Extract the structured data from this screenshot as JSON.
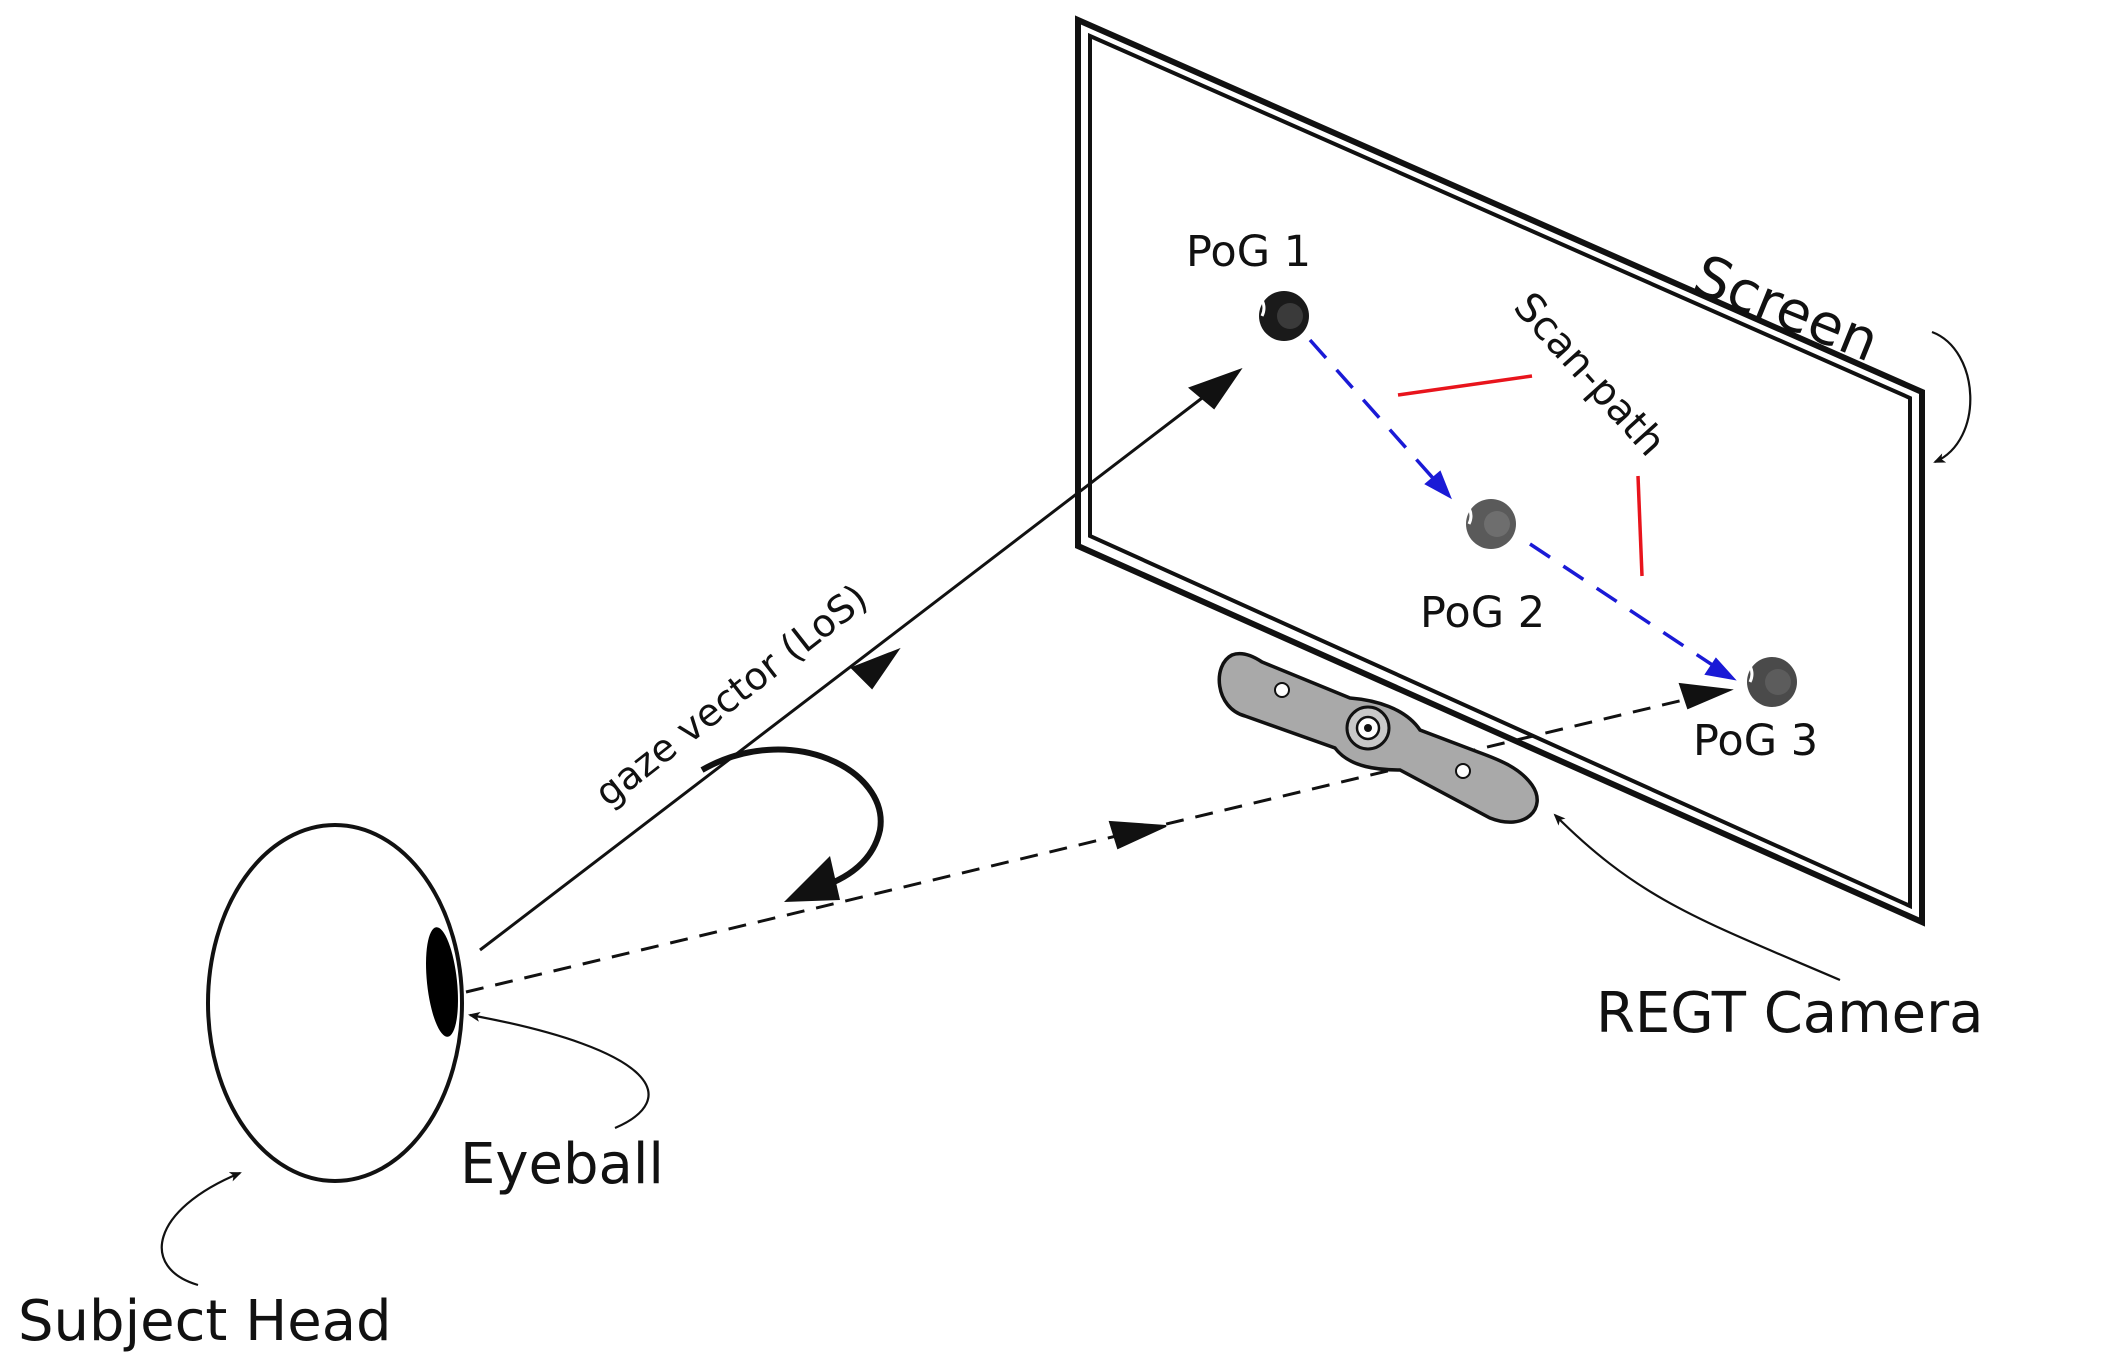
{
  "labels": {
    "screen": "Screen",
    "scan_path": "Scan-path",
    "pog1": "PoG 1",
    "pog2": "PoG 2",
    "pog3": "PoG 3",
    "gaze_vector": "gaze vector (LoS)",
    "regt_camera": "REGT Camera",
    "eyeball": "Eyeball",
    "subject_head": "Subject Head"
  },
  "colors": {
    "ink": "#111111",
    "scan_path_line": "#e8141c",
    "saccade_arrow": "#1a1ad6",
    "pog1_fill": "#1a1a1a",
    "pog2_fill": "#5a5a5a",
    "pog3_fill": "#4a4a4a",
    "camera_body": "#a9a9a9"
  },
  "icons": {
    "camera": "webcam-bar-icon",
    "eye": "eyeball-outline-icon"
  }
}
